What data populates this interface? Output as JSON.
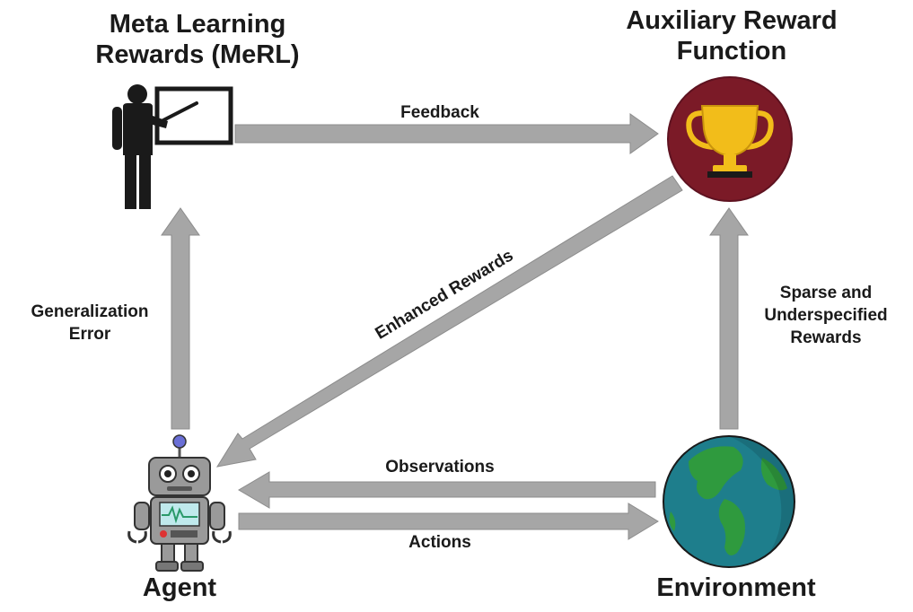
{
  "nodes": {
    "merl": {
      "line1": "Meta Learning",
      "line2": "Rewards (MeRL)"
    },
    "aux": {
      "line1": "Auxiliary Reward",
      "line2": "Function"
    },
    "agent": {
      "label": "Agent"
    },
    "environment": {
      "label": "Environment"
    }
  },
  "edges": {
    "feedback": "Feedback",
    "enhanced_rewards": "Enhanced Rewards",
    "generalization_line1": "Generalization",
    "generalization_line2": "Error",
    "sparse_line1": "Sparse and",
    "sparse_line2": "Underspecified",
    "sparse_line3": "Rewards",
    "observations": "Observations",
    "actions": "Actions"
  },
  "colors": {
    "arrow": "#a6a6a6",
    "arrow_edge": "#8c8c8c",
    "trophy_bg": "#7b1a27",
    "trophy_gold": "#f2bd1a",
    "ocean": "#1e7e8c",
    "land": "#2f9a3e",
    "robot_body": "#9a9a9a"
  }
}
